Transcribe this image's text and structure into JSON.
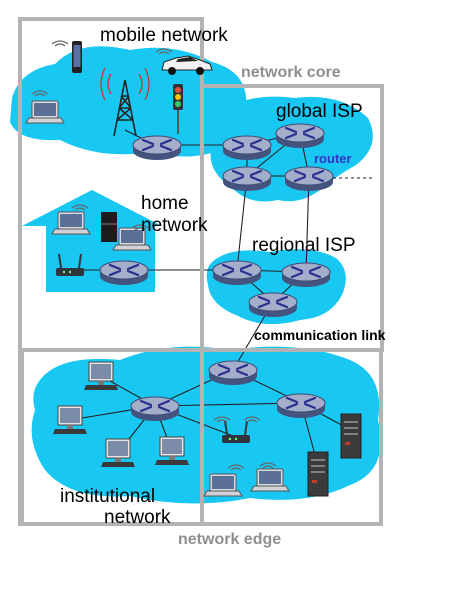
{
  "labels": {
    "mobile_network": "mobile network",
    "network_core": "network core",
    "global_isp": "global ISP",
    "router": "router",
    "home_line1": "home",
    "home_line2": "network",
    "regional_isp": "regional ISP",
    "communication_link": "communication link",
    "institutional_line1": "institutional",
    "institutional_line2": "network",
    "network_edge": "network edge"
  },
  "icons": {
    "router": "router-icon",
    "laptop": "laptop-icon",
    "desktop": "desktop-icon",
    "phone": "smartphone-icon",
    "car": "car-icon",
    "tower": "cell-tower-icon",
    "traffic_light": "traffic-light-icon",
    "wifi_ap": "wireless-access-point-icon",
    "server": "server-icon",
    "fridge": "refrigerator-icon",
    "house": "house-icon"
  },
  "colors": {
    "cloud": "#19c8f2",
    "box_border": "#b3b3b3",
    "router_top": "#9da9c8",
    "router_side": "#4a5a86",
    "router_arrow": "#2a2f8f",
    "router_label": "#2b38c8"
  }
}
